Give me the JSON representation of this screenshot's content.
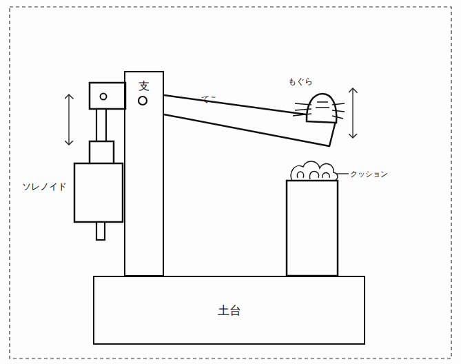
{
  "diagram": {
    "nodes": [
      {
        "text": [
          "支"
        ]
      },
      {
        "text": [
          "土台"
        ]
      }
    ],
    "labels": [
      "てこ",
      "もぐら",
      "クッション",
      "ソレノイド"
    ]
  }
}
